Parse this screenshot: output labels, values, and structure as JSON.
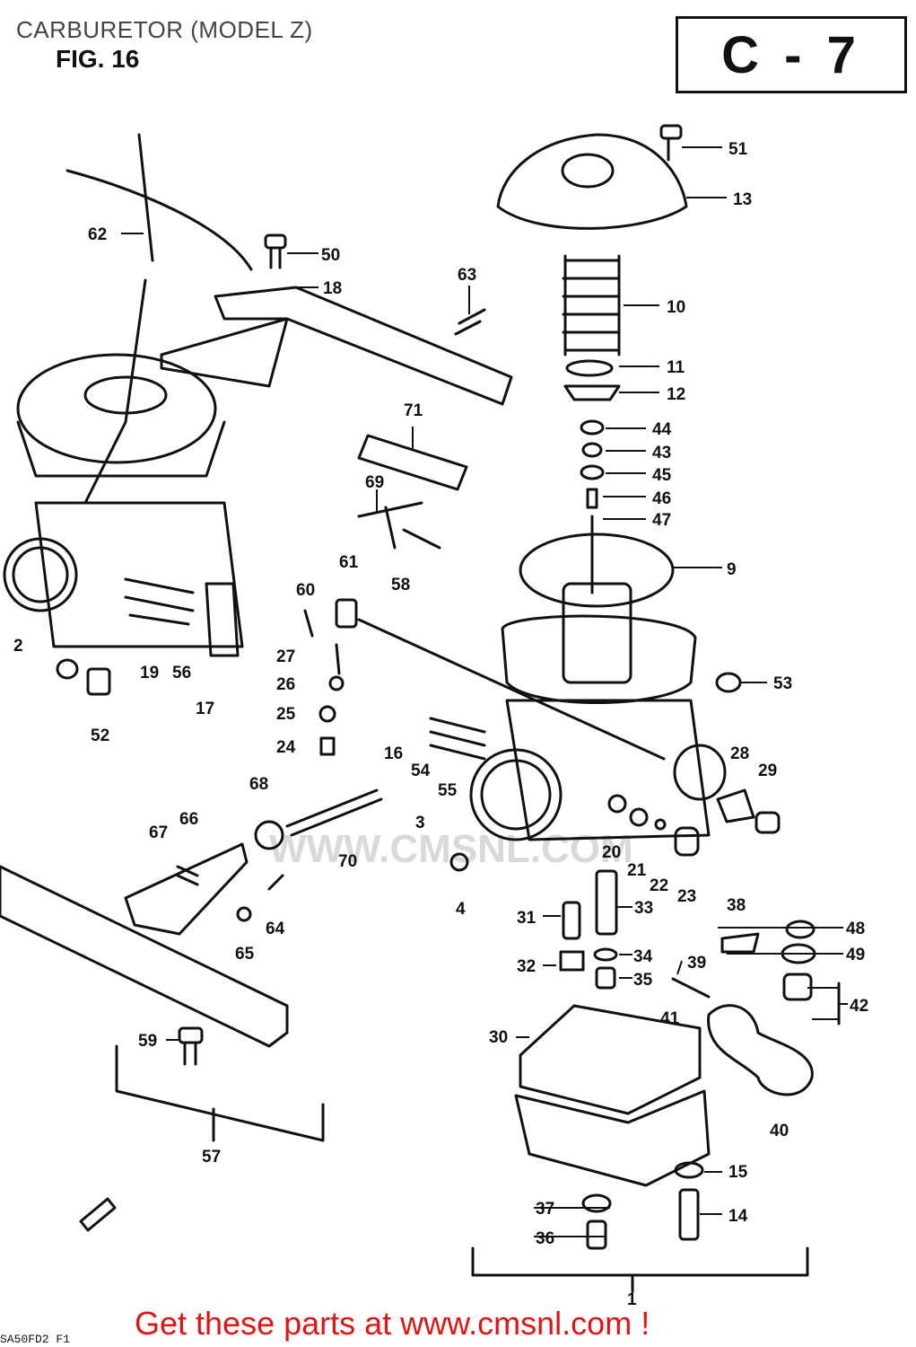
{
  "header": {
    "title": "CARBURETOR (MODEL Z)",
    "figure": "FIG. 16",
    "page_code": "C - 7"
  },
  "watermark": "WWW.CMSNL.COM",
  "footer": {
    "cta": "Get these parts at www.cmsnl.com !",
    "drawing_code": "SA50FD2 F1"
  },
  "callouts": {
    "c1": "1",
    "c2": "2",
    "c3": "3",
    "c4": "4",
    "c9": "9",
    "c10": "10",
    "c11": "11",
    "c12": "12",
    "c13": "13",
    "c14": "14",
    "c15": "15",
    "c16": "16",
    "c17": "17",
    "c18": "18",
    "c19": "19",
    "c20": "20",
    "c21": "21",
    "c22": "22",
    "c23": "23",
    "c24": "24",
    "c25": "25",
    "c26": "26",
    "c27": "27",
    "c28": "28",
    "c29": "29",
    "c30": "30",
    "c31": "31",
    "c32": "32",
    "c33": "33",
    "c34": "34",
    "c35": "35",
    "c36": "36",
    "c37": "37",
    "c38": "38",
    "c39": "39",
    "c40": "40",
    "c41": "41",
    "c42": "42",
    "c43": "43",
    "c44": "44",
    "c45": "45",
    "c46": "46",
    "c47": "47",
    "c48": "48",
    "c49": "49",
    "c50": "50",
    "c51": "51",
    "c52": "52",
    "c53": "53",
    "c54": "54",
    "c55": "55",
    "c56": "56",
    "c57": "57",
    "c58": "58",
    "c59": "59",
    "c60": "60",
    "c61": "61",
    "c62": "62",
    "c63": "63",
    "c64": "64",
    "c65": "65",
    "c66": "66",
    "c67": "67",
    "c68": "68",
    "c69": "69",
    "c70": "70",
    "c71": "71"
  },
  "colors": {
    "ink": "#111111",
    "footer_red": "#e01414",
    "watermark": "#d9d9d9"
  }
}
